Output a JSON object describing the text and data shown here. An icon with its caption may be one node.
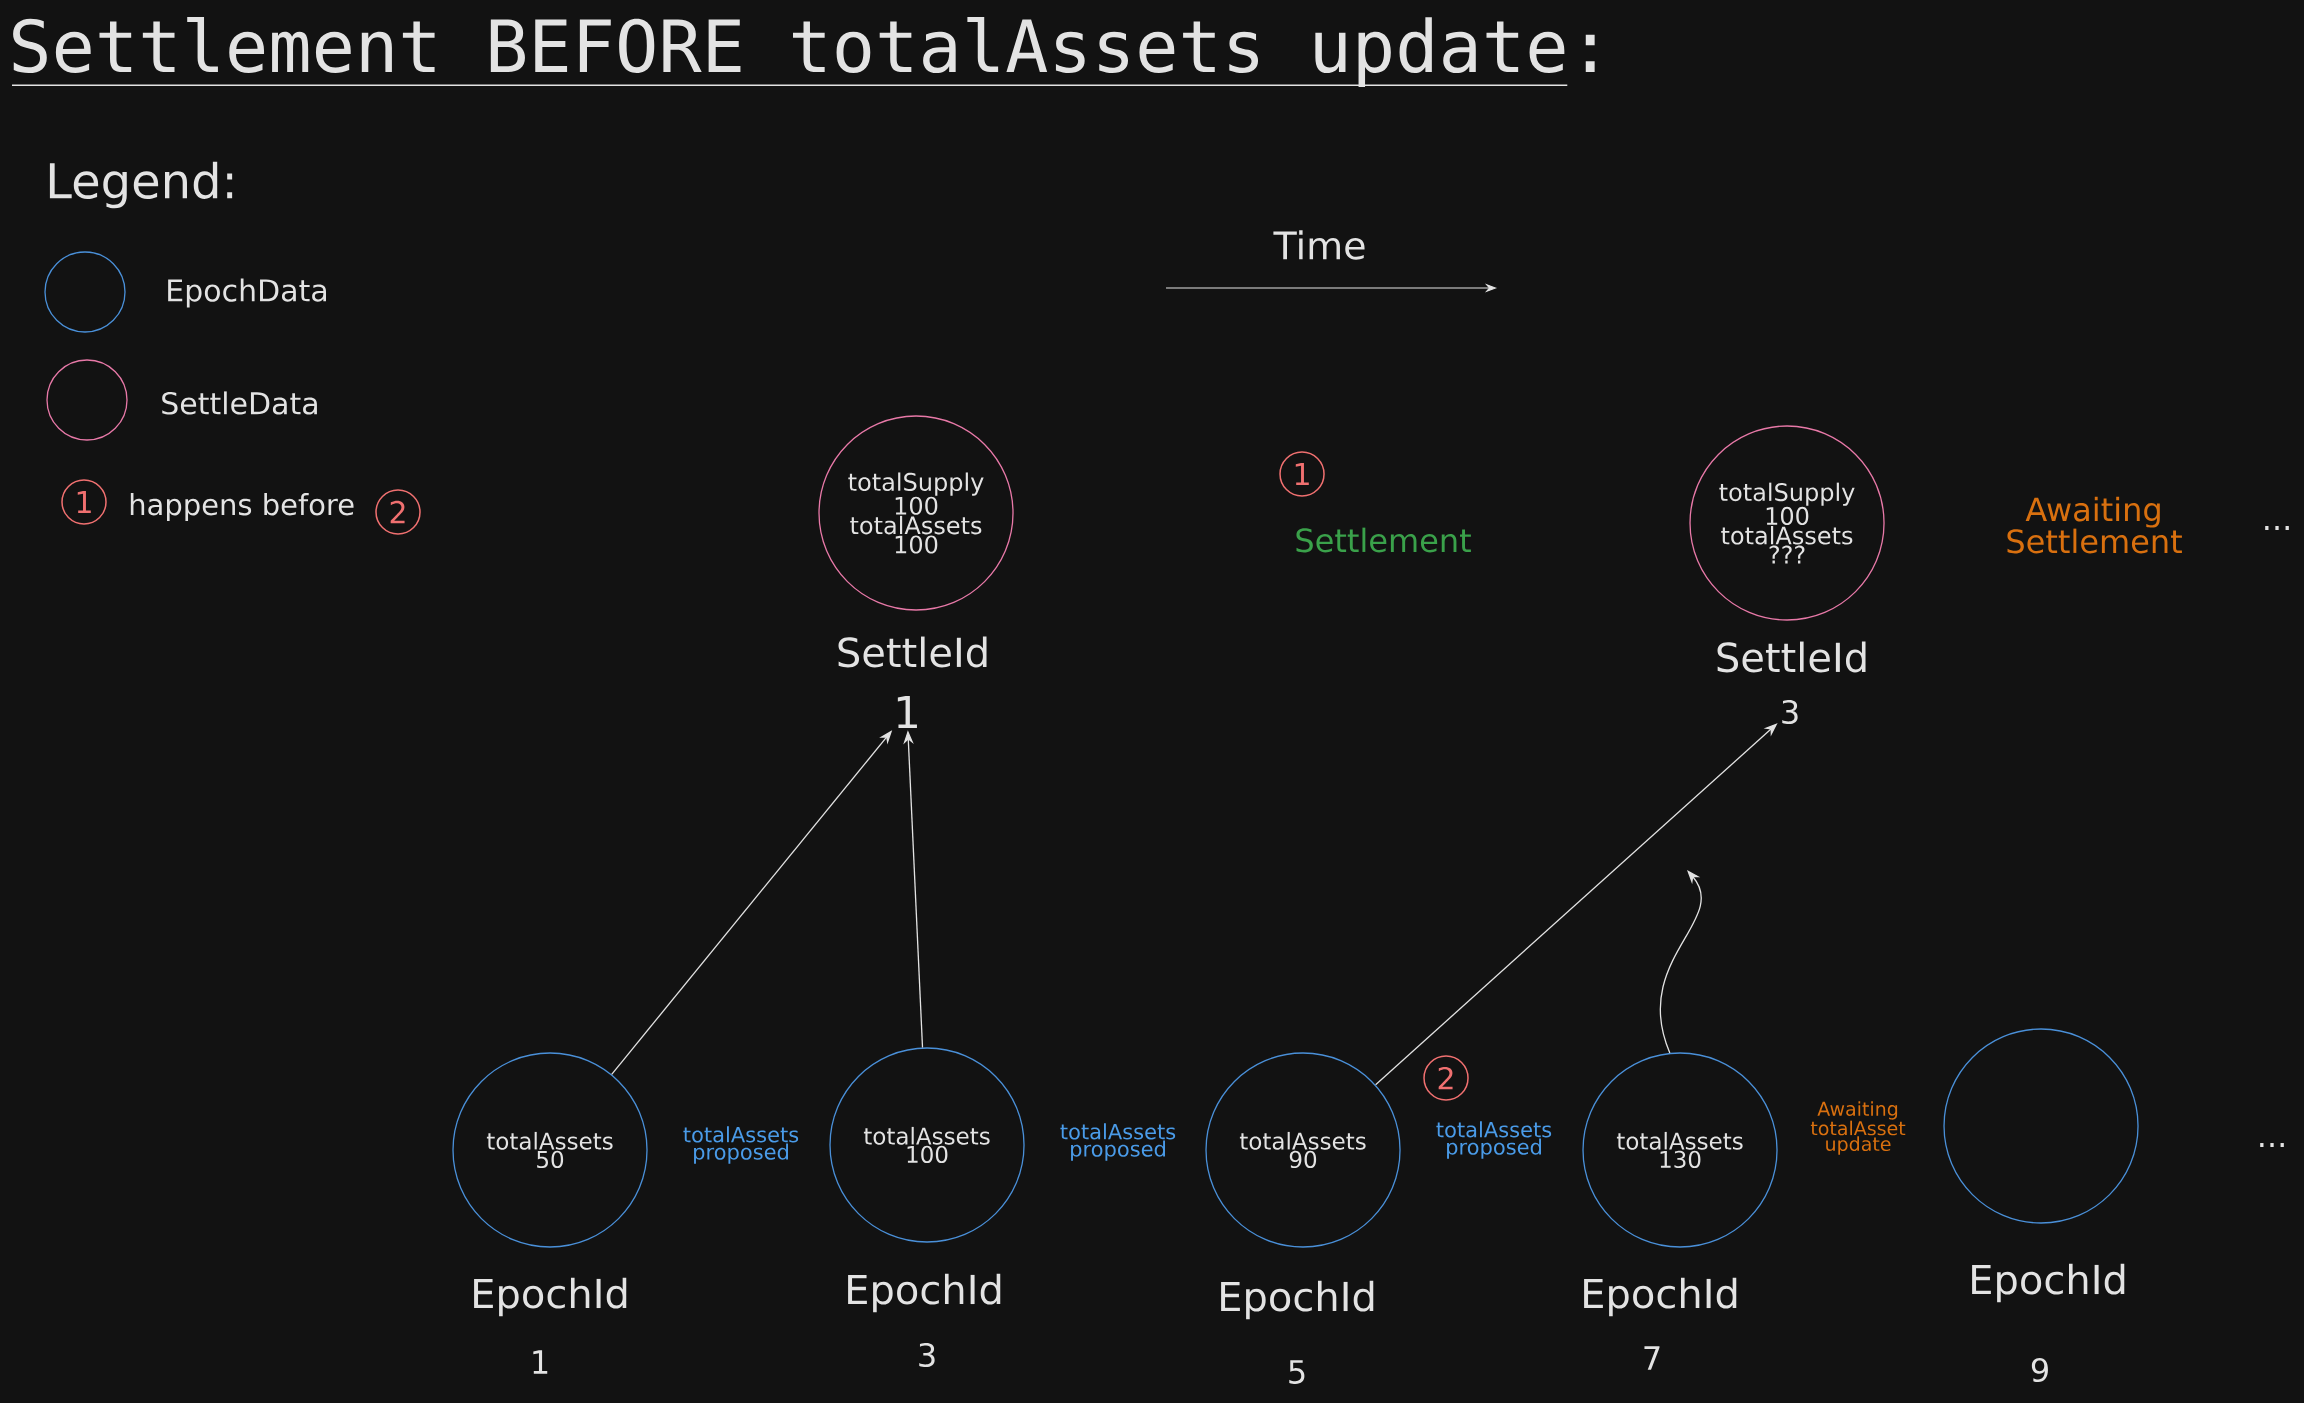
{
  "diagram": {
    "title": "Settlement BEFORE totalAssets update:",
    "nodes": [
      {
        "text": [
          "totalSupply 100 totalAssets 100"
        ],
        "beside": [
          "SettleId",
          "1"
        ]
      },
      {
        "text": [
          "totalSupply 100 totalAssets ???"
        ],
        "beside": [
          "SettleId",
          "3"
        ]
      },
      {
        "text": [
          "totalAssets 50"
        ],
        "beside": [
          "EpochId",
          "1"
        ]
      },
      {
        "text": [
          "totalAssets 100"
        ],
        "beside": [
          "EpochId",
          "3"
        ]
      },
      {
        "text": [
          "totalAssets 90"
        ],
        "beside": [
          "EpochId",
          "5"
        ]
      },
      {
        "text": [
          "totalAssets 130"
        ],
        "beside": [
          "EpochId",
          "7"
        ]
      },
      {
        "text": [],
        "shape": "circle",
        "beside": [
          "EpochId",
          "9"
        ]
      }
    ],
    "edges": [
      {
        "from": 2,
        "to": 0,
        "arrow": "to"
      },
      {
        "from": 3,
        "to": 0,
        "arrow": "to"
      },
      {
        "from": 4,
        "to": 1,
        "arrow": "to"
      },
      {
        "from": 5,
        "to": null,
        "arrow": "to"
      }
    ],
    "labels": [
      "Legend:",
      "1",
      "happens before",
      "2",
      "Time",
      "1",
      "Settlement",
      "Awaiting Settlement",
      "...",
      "totalAssets proposed",
      "totalAssets proposed",
      "totalAssets proposed",
      "2",
      "Awaiting totalAsset update",
      "..."
    ],
    "legend": [
      {
        "text": "EpochData",
        "color": "#4a90d9"
      },
      {
        "text": "SettleData",
        "color": "#e879a8"
      }
    ]
  }
}
